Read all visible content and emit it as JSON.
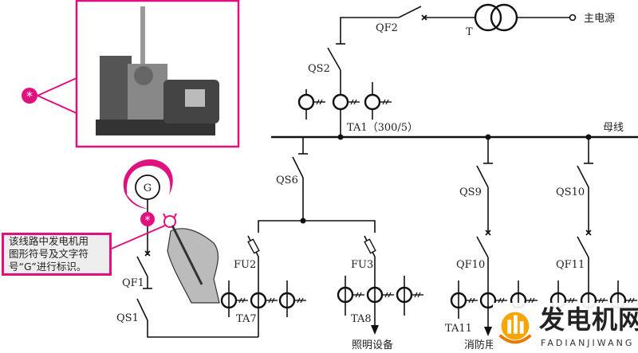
{
  "labels": {
    "main_power": "主电源",
    "qf2": "QF2",
    "t": "T",
    "qs2": "QS2",
    "ta1": "TA1（300/5）",
    "bus": "母线",
    "qs6": "QS6",
    "qs9": "QS9",
    "qs10": "QS10",
    "fu2": "FU2",
    "fu3": "FU3",
    "qf10": "QF10",
    "qf11": "QF11",
    "ta7": "TA7",
    "ta8": "TA8",
    "ta11": "TA11",
    "qf1": "QF1",
    "qs1": "QS1",
    "g": "G",
    "lighting": "照明设备",
    "fire": "消防用"
  },
  "callout": {
    "lines": [
      "该线路中发电机用",
      "图形符号及文字符",
      "号“G”进行标识。"
    ]
  },
  "marker": "*",
  "watermark": {
    "title": "发电机网",
    "subtitle": "FADIANJIWANG"
  },
  "colors": {
    "accent": "#e0107f",
    "line": "#111111"
  }
}
